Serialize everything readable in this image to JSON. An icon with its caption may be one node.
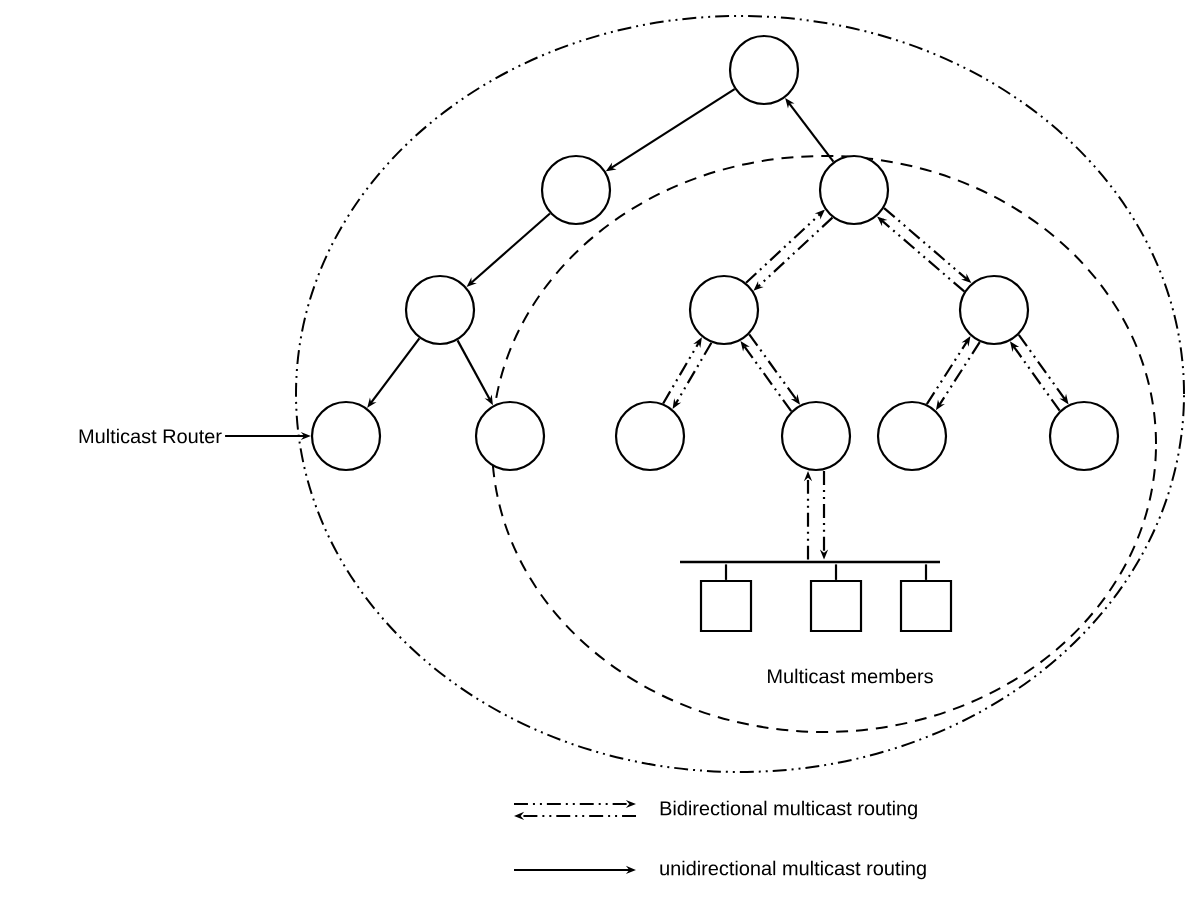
{
  "diagram": {
    "nodes": [
      {
        "text": [],
        "shape": "circle"
      },
      {
        "text": [],
        "shape": "circle"
      },
      {
        "text": [],
        "shape": "circle"
      },
      {
        "text": [],
        "shape": "circle"
      },
      {
        "text": [],
        "shape": "circle"
      },
      {
        "text": [],
        "shape": "circle"
      },
      {
        "text": [],
        "shape": "circle"
      },
      {
        "text": [],
        "shape": "circle"
      },
      {
        "text": [],
        "shape": "circle"
      },
      {
        "text": [],
        "shape": "circle"
      },
      {
        "text": [],
        "shape": "circle"
      },
      {
        "text": [],
        "shape": "circle"
      },
      {
        "text": [],
        "shape": "bar"
      },
      {
        "text": [],
        "shape": "box"
      },
      {
        "text": [],
        "shape": "box"
      },
      {
        "text": [],
        "shape": "box"
      },
      {
        "text": [
          "Multicast Router"
        ]
      }
    ],
    "edges": [
      {
        "from": 0,
        "to": 1,
        "arrow": "to"
      },
      {
        "from": 2,
        "to": 0,
        "arrow": "to"
      },
      {
        "from": 1,
        "to": 3,
        "arrow": "to"
      },
      {
        "from": 3,
        "to": 6,
        "arrow": "to"
      },
      {
        "from": 3,
        "to": 7,
        "arrow": "to"
      },
      {
        "from": 2,
        "to": 4,
        "arrow": "to",
        "style": "dashed"
      },
      {
        "from": 4,
        "to": 2,
        "arrow": "to",
        "style": "dashed"
      },
      {
        "from": 2,
        "to": 5,
        "arrow": "to",
        "style": "dashed"
      },
      {
        "from": 5,
        "to": 2,
        "arrow": "to",
        "style": "dashed"
      },
      {
        "from": 4,
        "to": 8,
        "arrow": "to",
        "style": "dashed"
      },
      {
        "from": 8,
        "to": 4,
        "arrow": "to",
        "style": "dashed"
      },
      {
        "from": 4,
        "to": 9,
        "arrow": "to",
        "style": "dashed"
      },
      {
        "from": 9,
        "to": 4,
        "arrow": "to",
        "style": "dashed"
      },
      {
        "from": 5,
        "to": 10,
        "arrow": "to",
        "style": "dashed"
      },
      {
        "from": 10,
        "to": 5,
        "arrow": "to",
        "style": "dashed"
      },
      {
        "from": 5,
        "to": 11,
        "arrow": "to",
        "style": "dashed"
      },
      {
        "from": 11,
        "to": 5,
        "arrow": "to",
        "style": "dashed"
      },
      {
        "from": 9,
        "to": 12,
        "arrow": "to",
        "style": "dashed"
      },
      {
        "from": 12,
        "to": 9,
        "arrow": "to",
        "style": "dashed"
      },
      {
        "from": 12,
        "to": 13,
        "arrow": "none"
      },
      {
        "from": 12,
        "to": 14,
        "arrow": "none"
      },
      {
        "from": 12,
        "to": 15,
        "arrow": "none"
      },
      {
        "from": 16,
        "to": 6,
        "arrow": "to"
      }
    ],
    "labels": [
      "Multicast members"
    ],
    "legend": [
      {
        "text": "Bidirectional multicast routing"
      },
      {
        "text": "unidirectional multicast routing"
      }
    ]
  }
}
